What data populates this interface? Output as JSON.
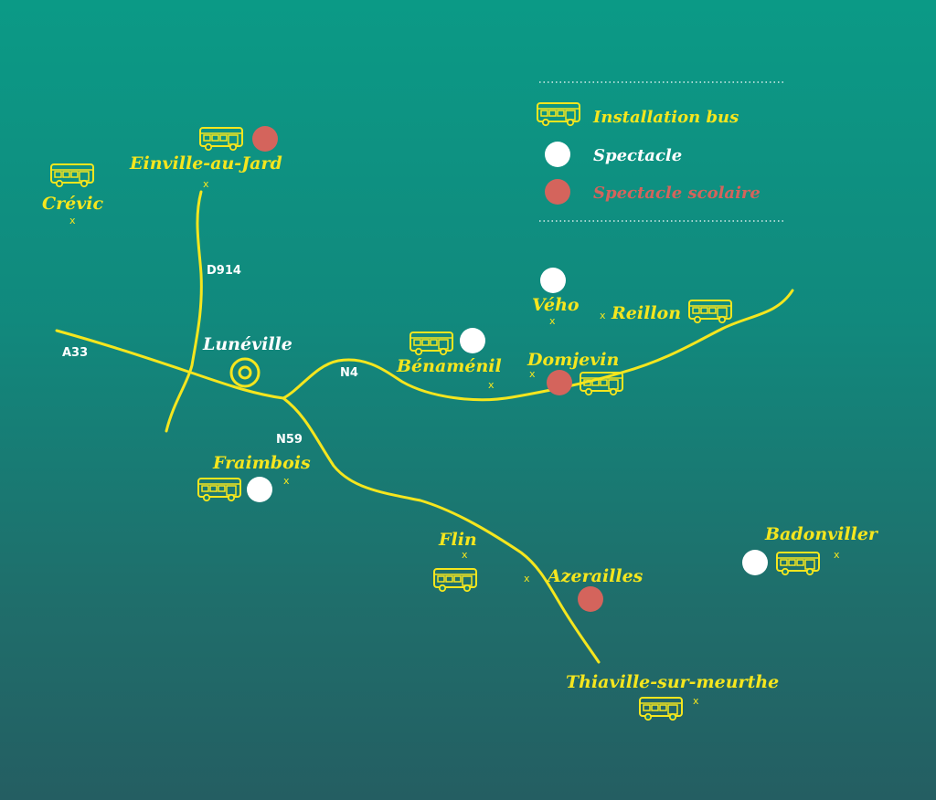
{
  "colors": {
    "road": "#f5e61e",
    "label": "#f5e61e",
    "label_city": "#ffffff",
    "spectacle": "#ffffff",
    "spectacle_scolaire": "#d4645c",
    "legend_separator": "#ffffff"
  },
  "legend": {
    "bus_label": "Installation bus",
    "spectacle_label": "Spectacle",
    "scolaire_label": "Spectacle scolaire"
  },
  "roads": {
    "a33": "A33",
    "d914": "D914",
    "n4": "N4",
    "n59": "N59"
  },
  "city": {
    "name": "Lunéville",
    "marker_icon": "city-circle-icon"
  },
  "towns": [
    {
      "name": "Einville-au-Jard",
      "bus": true,
      "event": "scolaire"
    },
    {
      "name": "Crévic",
      "bus": true,
      "event": "none"
    },
    {
      "name": "Vého",
      "bus": false,
      "event": "spectacle"
    },
    {
      "name": "Reillon",
      "bus": true,
      "event": "none"
    },
    {
      "name": "Bénaménil",
      "bus": true,
      "event": "spectacle"
    },
    {
      "name": "Domjevin",
      "bus": true,
      "event": "scolaire"
    },
    {
      "name": "Fraimbois",
      "bus": true,
      "event": "spectacle"
    },
    {
      "name": "Flin",
      "bus": true,
      "event": "none"
    },
    {
      "name": "Azerailles",
      "bus": false,
      "event": "scolaire"
    },
    {
      "name": "Badonviller",
      "bus": true,
      "event": "spectacle"
    },
    {
      "name": "Thiaville-sur-meurthe",
      "bus": true,
      "event": "none"
    }
  ],
  "town_marker_glyph": "x"
}
